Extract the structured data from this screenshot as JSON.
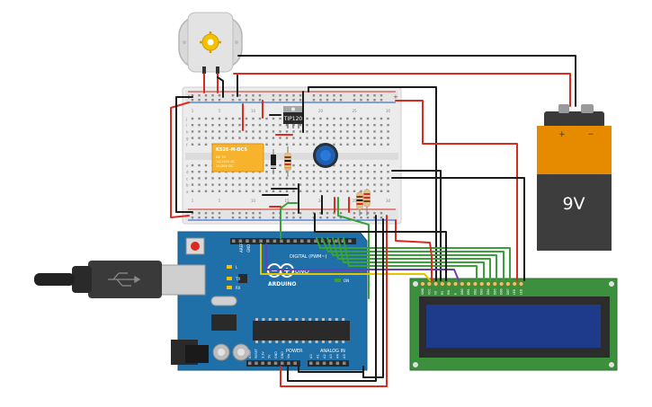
{
  "breadboard": {
    "col_numbers": [
      "1",
      "",
      "",
      "",
      "5",
      "",
      "",
      "",
      "",
      "10",
      "",
      "",
      "",
      "",
      "15",
      "",
      "",
      "",
      "",
      "20",
      "",
      "",
      "",
      "",
      "25",
      "",
      "",
      "",
      "",
      "30"
    ],
    "row_letters_top": [
      "j",
      "i",
      "h",
      "g",
      "f"
    ],
    "row_letters_bottom": [
      "e",
      "d",
      "c",
      "b",
      "a"
    ],
    "rail_plus": "+",
    "rail_minus": "-"
  },
  "relay": {
    "title": "KS2E-M-DC5",
    "lines": [
      "DC 5V",
      "1A/125V AC",
      "2A/30V DC"
    ]
  },
  "transistor": {
    "label": "TIP120"
  },
  "battery": {
    "label": "9V",
    "plus": "+",
    "minus": "−"
  },
  "arduino": {
    "logo": "ARDUINO",
    "uno": "UNO",
    "digital": "DIGITAL (PWM~)",
    "analog": "ANALOG IN",
    "power": "POWER",
    "tx": "TX",
    "rx": "RX",
    "on": "ON",
    "l": "L",
    "aref": "AREF",
    "gnd": "GND",
    "power_pins": [
      "IOREF",
      "RESET",
      "3.3V",
      "5V",
      "GND",
      "GND",
      "Vin"
    ],
    "analog_pins": [
      "A0",
      "A1",
      "A2",
      "A3",
      "A4",
      "A5"
    ]
  },
  "lcd": {
    "pins": [
      "GND",
      "VCC",
      "V0",
      "RS",
      "RW",
      "E",
      "DB0",
      "DB1",
      "DB2",
      "DB3",
      "DB4",
      "DB5",
      "DB6",
      "DB7",
      "LED",
      "LED"
    ]
  },
  "colors": {
    "wire_red": "#d92b20",
    "wire_black": "#1a1a1a",
    "wire_green": "#3aa03a",
    "wire_purple": "#6a3fb0",
    "wire_yellow": "#e6c200",
    "arduino_blue": "#1f6fa8",
    "lcd_green": "#3c8f3c",
    "lcd_screen": "#1e3a8a",
    "relay_orange": "#f7b32b",
    "battery_orange": "#e68a00"
  }
}
